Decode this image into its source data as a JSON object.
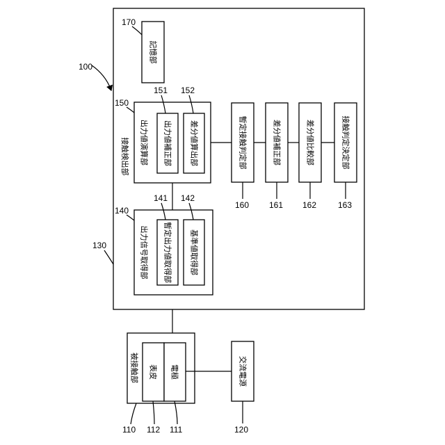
{
  "labels": {
    "contact_detector": "接触検出部",
    "memory": "記憶部",
    "output_calc": "出力値演算部",
    "output_correction": "出力値補正部",
    "diff_calc": "差分値算出部",
    "tentative_judge": "暫定接触判定部",
    "diff_correction": "差分値補正部",
    "diff_compare": "差分値比較部",
    "contact_decision": "接触判定決定部",
    "signal_acquire": "出力信号取得部",
    "tentative_output": "暫定出力値取得部",
    "reference_acquire": "基準値取得部",
    "contacted_part": "被接触部",
    "surface": "表皮",
    "electrode": "電極",
    "ac_power": "交流電源"
  },
  "refs": {
    "system": "100",
    "detector": "130",
    "memory": "170",
    "output_calc": "150",
    "output_correction": "151",
    "diff_calc": "152",
    "signal_acquire": "140",
    "tentative_output": "141",
    "reference_acquire": "142",
    "tentative_judge": "160",
    "diff_correction": "161",
    "diff_compare": "162",
    "contact_decision": "163",
    "contacted_part": "110",
    "surface": "112",
    "electrode": "111",
    "ac_power": "120"
  }
}
